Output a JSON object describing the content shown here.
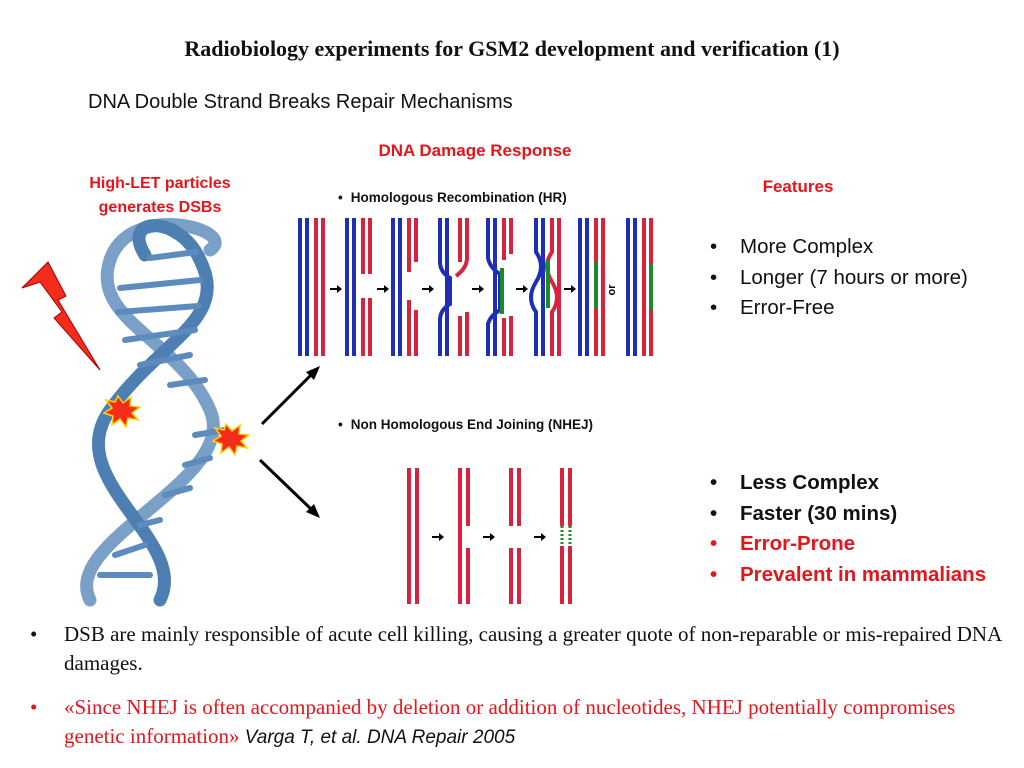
{
  "title": "Radiobiology experiments for GSM2 development and verification (1)",
  "subtitle": "DNA Double Strand Breaks Repair Mechanisms",
  "damage_response": "DNA Damage Response",
  "high_let": {
    "line1": "High-LET particles",
    "line2": "generates DSBs"
  },
  "features_heading": "Features",
  "hr": {
    "label": "Homologous Recombination (HR)",
    "or_label": "or",
    "features": [
      "More Complex",
      "Longer (7 hours or more)",
      "Error-Free"
    ]
  },
  "nhej": {
    "label": "Non Homologous End Joining (NHEJ)",
    "features": [
      "Less Complex",
      "Faster (30 mins)",
      "Error-Prone",
      "Prevalent in mammalians"
    ]
  },
  "notes": {
    "dsb": "DSB are mainly responsible of acute cell killing, causing a greater quote of non-reparable or mis-repaired DNA damages.",
    "quote": "«Since NHEJ is often accompanied by deletion or addition of nucleotides, NHEJ potentially compromises genetic information»",
    "citation": "Varga T, et al. DNA Repair 2005"
  },
  "colors": {
    "accent_red": "#e8141c",
    "strand_blue": "#1d2fb8",
    "strand_red": "#d8233f",
    "strand_green": "#1d8a2a",
    "helix_blue": "#4d7fb3"
  },
  "icons": [
    "lightning-bolt-icon",
    "damage-burst-icon",
    "arrow-up-right-icon",
    "arrow-down-right-icon"
  ]
}
